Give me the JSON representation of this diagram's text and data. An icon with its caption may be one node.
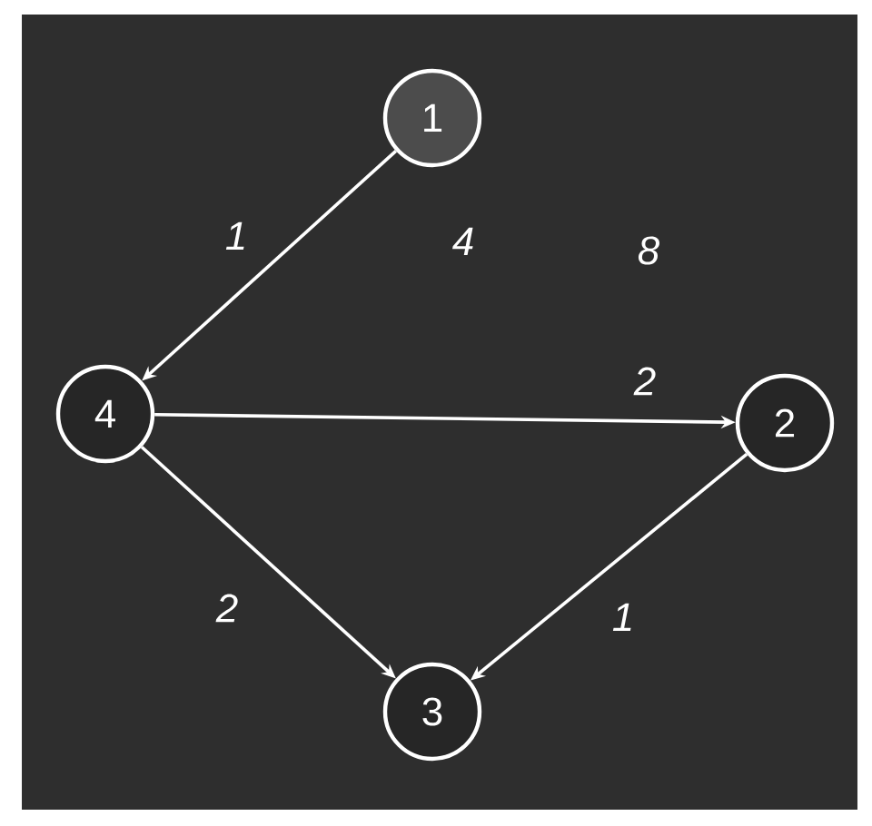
{
  "diagram": {
    "nodes": [
      {
        "text": [
          "1"
        ]
      },
      {
        "text": [
          "4"
        ]
      },
      {
        "text": [
          "2"
        ]
      },
      {
        "text": [
          "3"
        ]
      }
    ],
    "edges": [
      {
        "from": 0,
        "to": 1,
        "arrow": "to",
        "label": "1"
      },
      {
        "from": 1,
        "to": 2,
        "arrow": "to",
        "label": "2"
      },
      {
        "from": 1,
        "to": 3,
        "arrow": "to",
        "label": "2"
      },
      {
        "from": 2,
        "to": 3,
        "arrow": "to",
        "label": "1"
      }
    ],
    "labels": [
      "4",
      "8"
    ]
  }
}
